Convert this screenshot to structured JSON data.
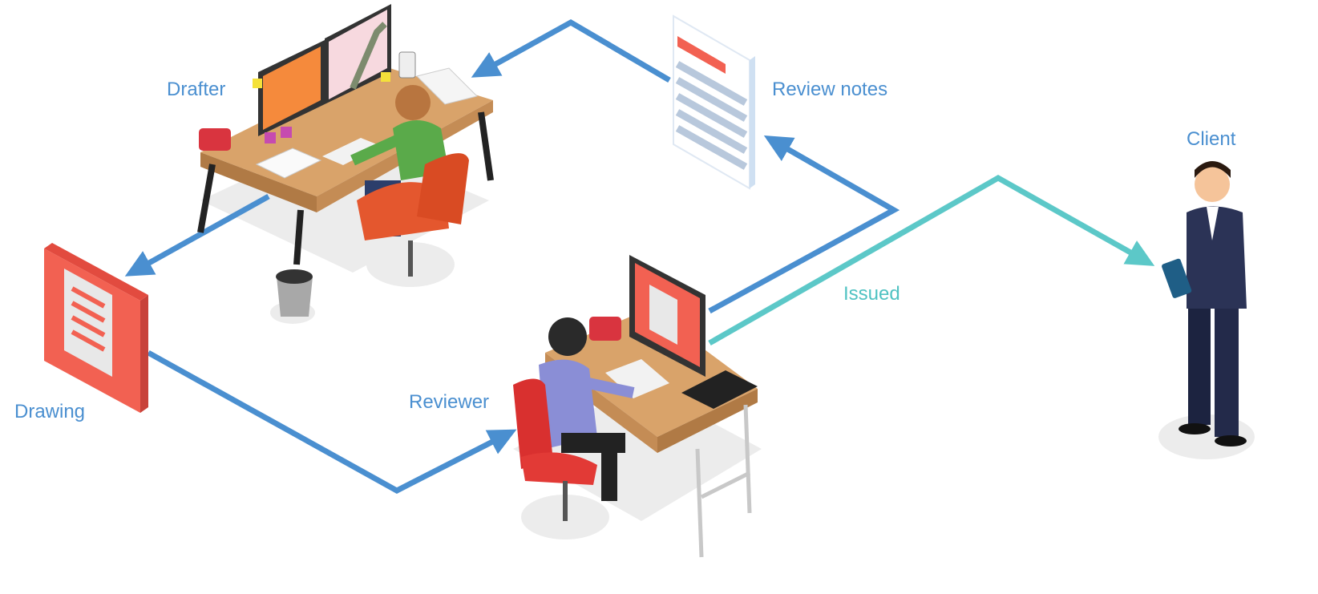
{
  "labels": {
    "drafter": "Drafter",
    "review_notes": "Review notes",
    "client": "Client",
    "issued": "Issued",
    "drawing": "Drawing",
    "reviewer": "Reviewer"
  },
  "colors": {
    "flow_blue": "#4a8fd0",
    "issued_teal": "#5cc8c8",
    "document_red": "#f26152",
    "desk_wood": "#d9a36a"
  }
}
